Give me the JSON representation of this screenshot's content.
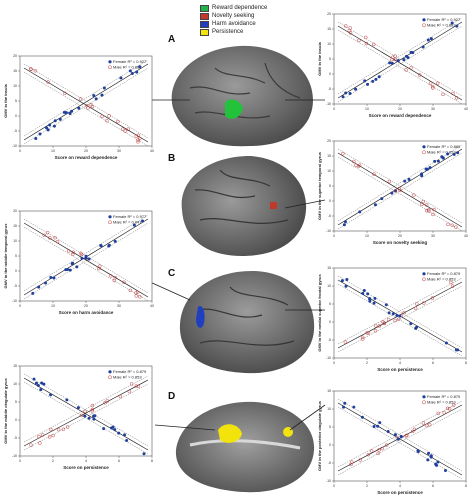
{
  "legend": [
    {
      "label": "Reward dependence",
      "color": "#22b14c"
    },
    {
      "label": "Novelty seeking",
      "color": "#c0392b"
    },
    {
      "label": "Harm avoidance",
      "color": "#1f3fbf"
    },
    {
      "label": "Persistence",
      "color": "#f2e30c"
    }
  ],
  "panel_letters": [
    "A",
    "B",
    "C",
    "D"
  ],
  "colors": {
    "female": "#1f3f9a",
    "male": "#c0393b",
    "brain": "#6d6d6d"
  },
  "chart_data": [
    {
      "id": "left-reward",
      "type": "scatter",
      "ylabel": "GMV in the insula",
      "xlabel": "Score on reward dependence",
      "xticks": [
        "0",
        "10",
        "20",
        "30",
        "40"
      ],
      "yticks": [
        "-10",
        "-5",
        "0",
        "5",
        "10",
        "15",
        "20"
      ],
      "legend": [
        "Female R² = 0.927",
        "Male   R² = 0.882"
      ],
      "female_slope": "up"
    },
    {
      "id": "right-reward",
      "type": "scatter",
      "ylabel": "GMV in the insula",
      "xlabel": "Score on reward dependence",
      "xticks": [
        "0",
        "10",
        "20",
        "30",
        "40"
      ],
      "yticks": [
        "-10",
        "-5",
        "0",
        "5",
        "10",
        "15",
        "20"
      ],
      "legend": [
        "Female R² = 0.927",
        "Male   R² = 0.882"
      ],
      "female_slope": "up"
    },
    {
      "id": "right-novelty",
      "type": "scatter",
      "ylabel": "GMV in the superior temporal gyrus",
      "xlabel": "Score on novelty seeking",
      "xticks": [
        "0",
        "10",
        "20",
        "30",
        "40"
      ],
      "yticks": [
        "-10",
        "-5",
        "0",
        "5",
        "10",
        "15",
        "20"
      ],
      "legend": [
        "Female R² = 0.889",
        "Male   R² = 0.853"
      ],
      "female_slope": "up"
    },
    {
      "id": "left-harm",
      "type": "scatter",
      "ylabel": "GMV in the middle temporal gyrus",
      "xlabel": "Score on harm avoidance",
      "xticks": [
        "0",
        "10",
        "20",
        "30",
        "40"
      ],
      "yticks": [
        "-10",
        "-5",
        "0",
        "5",
        "10",
        "15",
        "20"
      ],
      "legend": [
        "Female R² = 0.977",
        "Male   R² = 0.947"
      ],
      "female_slope": "up"
    },
    {
      "id": "right-persistence-1",
      "type": "scatter",
      "ylabel": "GMV in the medial superior frontal gyrus",
      "xlabel": "Score on persistence",
      "xticks": [
        "0",
        "2",
        "4",
        "6",
        "8"
      ],
      "yticks": [
        "-10",
        "-5",
        "0",
        "5",
        "10",
        "15"
      ],
      "legend": [
        "Female R² = 0.879",
        "Male   R² = 0.853"
      ],
      "female_slope": "down"
    },
    {
      "id": "left-persistence",
      "type": "scatter",
      "ylabel": "GMV in the middle cingulate gyrus",
      "xlabel": "Score on persistence",
      "xticks": [
        "0",
        "2",
        "4",
        "6",
        "8"
      ],
      "yticks": [
        "-10",
        "-5",
        "0",
        "5",
        "10",
        "15"
      ],
      "legend": [
        "Female R² = 0.879",
        "Male   R² = 0.853"
      ],
      "female_slope": "down"
    },
    {
      "id": "right-persistence-2",
      "type": "scatter",
      "ylabel": "GMV in the posterior cingulate gyrus",
      "xlabel": "Score on persistence",
      "xticks": [
        "0",
        "2",
        "4",
        "6",
        "8"
      ],
      "yticks": [
        "-10",
        "-5",
        "0",
        "5",
        "10",
        "15"
      ],
      "legend": [
        "Female R² = 0.879",
        "Male   R² = 0.853"
      ],
      "female_slope": "down"
    }
  ]
}
